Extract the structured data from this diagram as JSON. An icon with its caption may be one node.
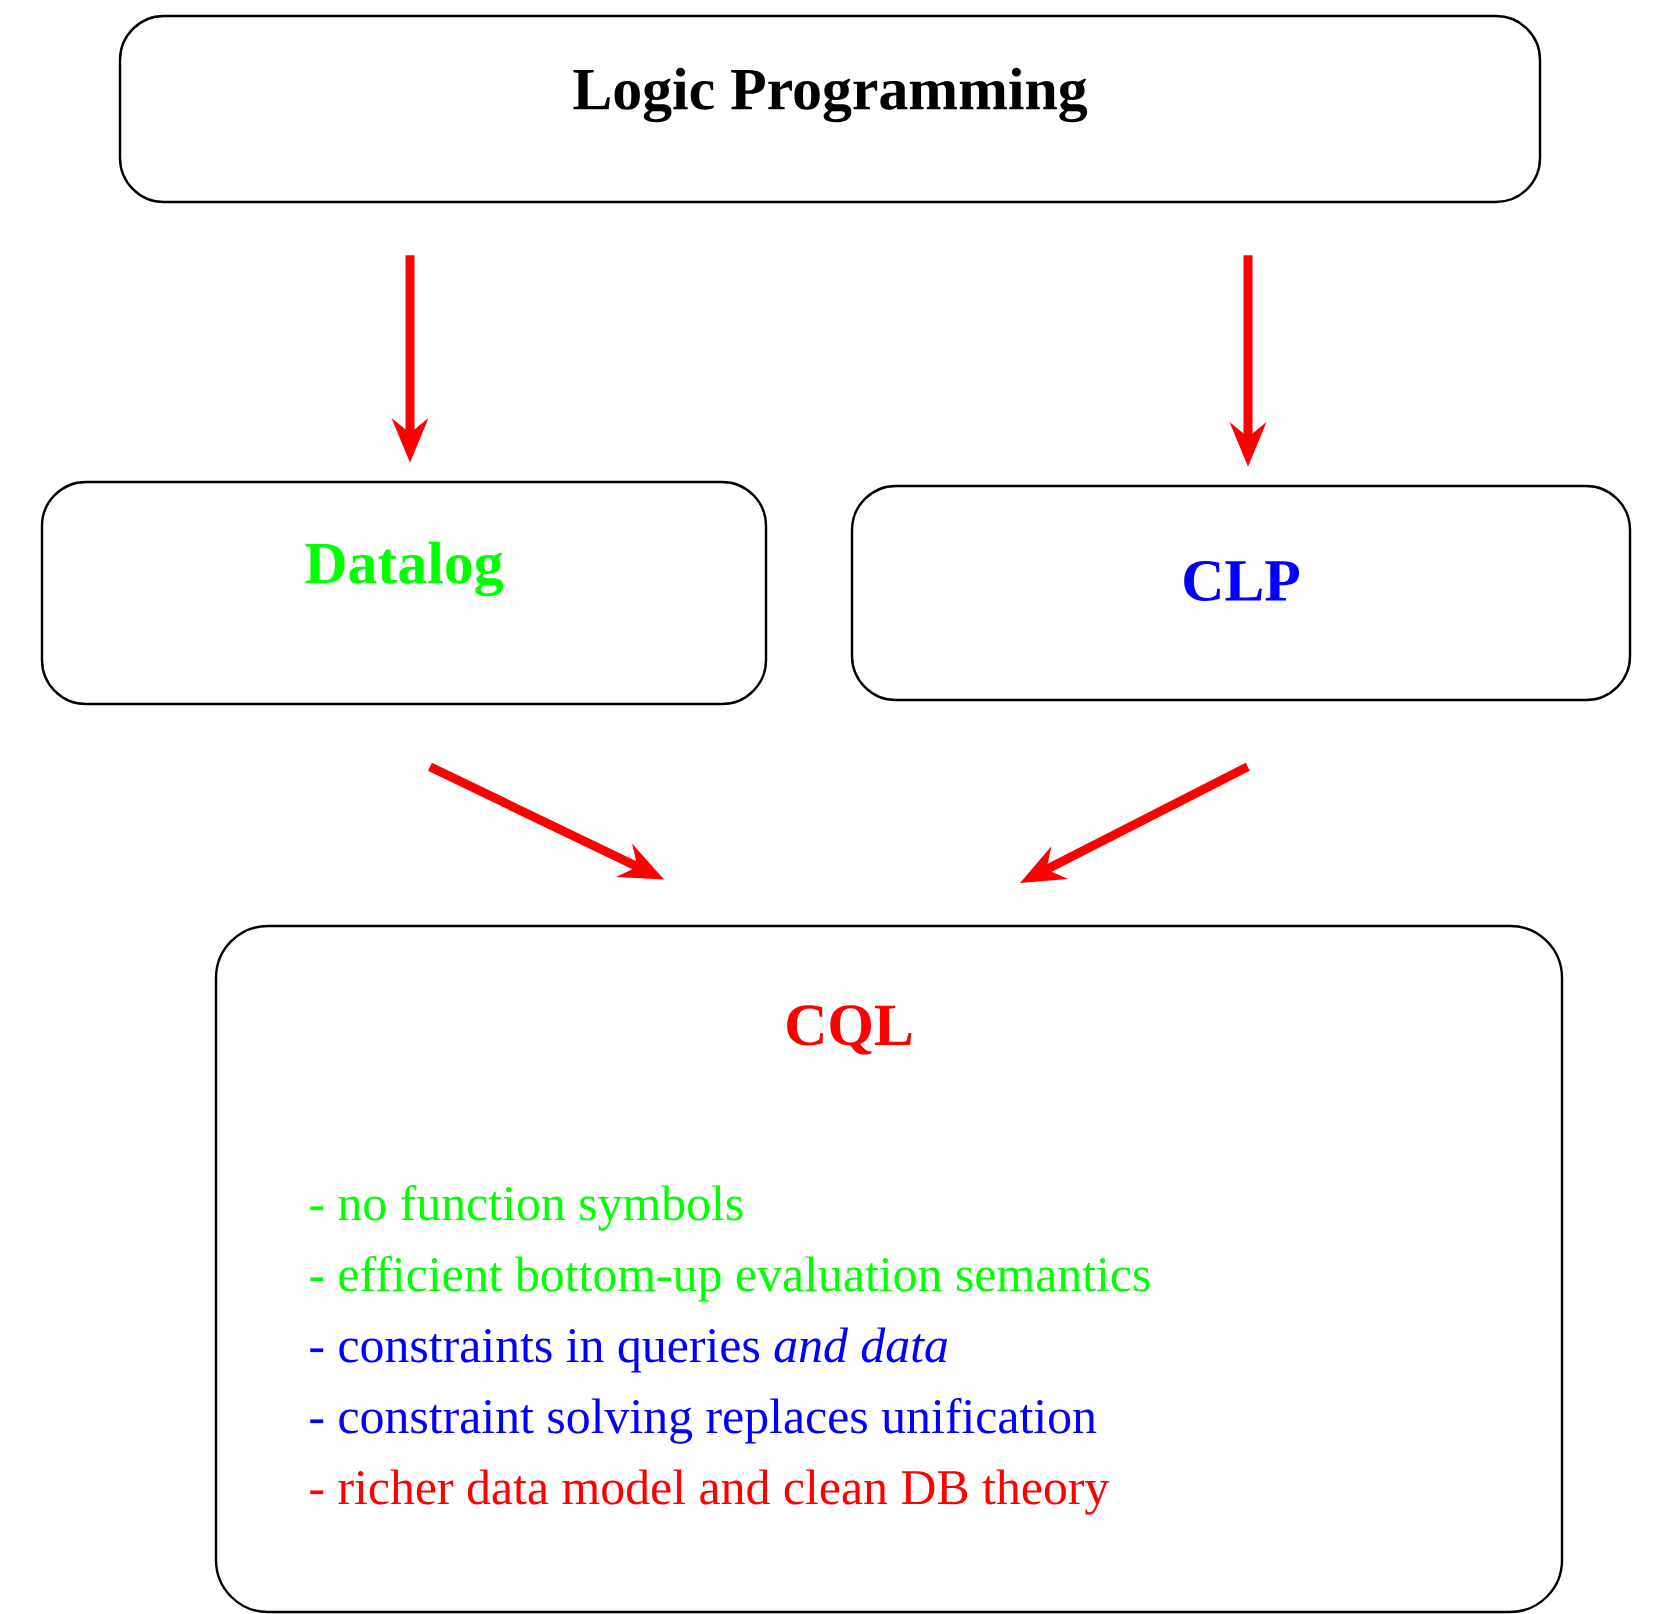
{
  "diagram": {
    "nodes": [
      {
        "text": [
          "Logic Programming"
        ]
      },
      {
        "text": [
          "Datalog"
        ]
      },
      {
        "text": [
          "CLP"
        ]
      },
      {
        "text": [
          "CQL",
          "- no function symbols",
          "- efficient bottom-up evaluation semantics",
          "- constraints in queries *and data*",
          "- constraint solving replaces unification",
          "- richer data model and clean DB theory"
        ]
      }
    ],
    "edges": [
      {
        "from": 0,
        "to": 1,
        "arrow": "to"
      },
      {
        "from": 0,
        "to": 2,
        "arrow": "to"
      },
      {
        "from": 1,
        "to": 3,
        "arrow": "to"
      },
      {
        "from": 2,
        "to": 3,
        "arrow": "to"
      }
    ]
  }
}
